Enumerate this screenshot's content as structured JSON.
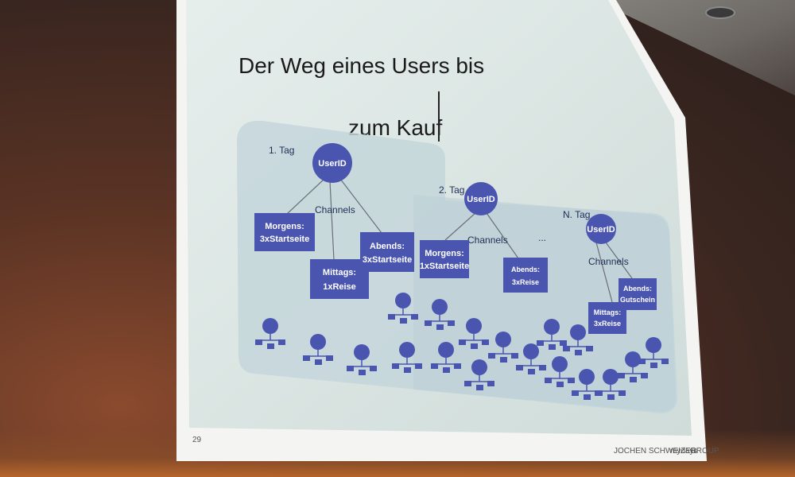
{
  "slide": {
    "title_line1": "Der Weg eines Users bis",
    "title_line2": "zum Kauf",
    "page_number": "29",
    "footer_brand_a": "JOCHEN SCHWEIZER",
    "footer_brand_b": "mydays",
    "footer_brand_c": "GROUP"
  },
  "diagram": {
    "userid_label": "UserID",
    "channels_label": "Channels",
    "ellipsis": "...",
    "day1": {
      "label": "1. Tag",
      "morning": [
        "Morgens:",
        "3xStartseite"
      ],
      "noon": [
        "Mittags:",
        "1xReise"
      ],
      "evening": [
        "Abends:",
        "3xStartseite"
      ]
    },
    "day2": {
      "label": "2. Tag",
      "morning": [
        "Morgens:",
        "1xStartseite"
      ],
      "evening": [
        "Abends:",
        "3xReise"
      ]
    },
    "dayN": {
      "label": "N. Tag",
      "noon": [
        "Mittags:",
        "3xReise"
      ],
      "evening": [
        "Abends:",
        "Gutschein"
      ]
    }
  },
  "colors": {
    "node_blue": "#4a55b0",
    "slide_bg": "#d8e4e3",
    "panel_bg": "#c6d8db"
  }
}
